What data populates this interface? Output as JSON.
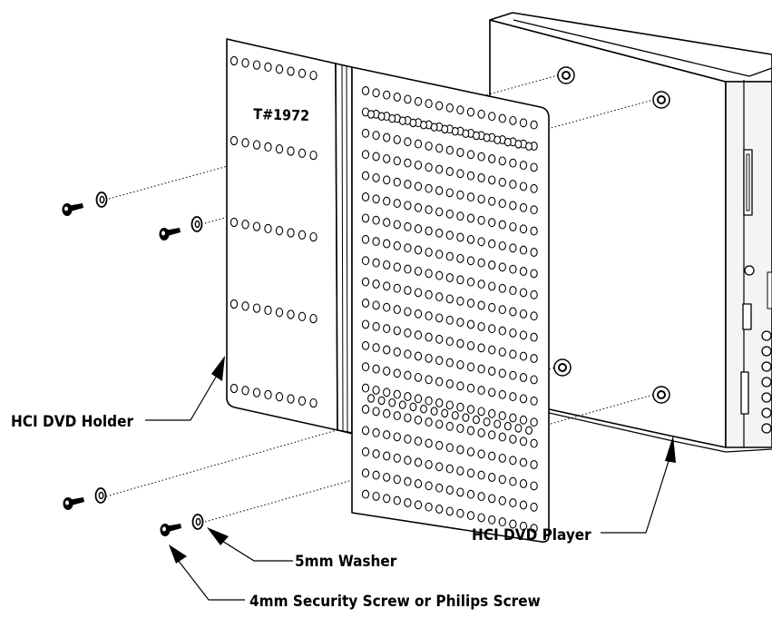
{
  "diagram": {
    "part_number": "T#1972",
    "labels": {
      "holder": "HCI DVD Holder",
      "player": "HCI DVD Player",
      "washer": "5mm Washer",
      "screw": "4mm Security Screw or Philips Screw"
    },
    "colors": {
      "line": "#000000",
      "background": "#ffffff",
      "face_shade": "#f4f4f4"
    }
  }
}
